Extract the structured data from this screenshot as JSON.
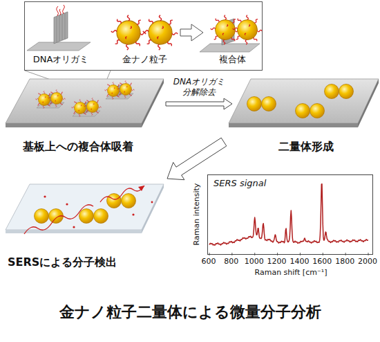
{
  "diagram": {
    "title": "金ナノ粒子二量体による微量分子分析",
    "nodes": [
      {
        "text": [
          "DNAオリガミ",
          "金ナノ粒子",
          "複合体"
        ]
      },
      {
        "text": [
          "基板上への複合体吸着"
        ]
      },
      {
        "text": [
          "二量体形成"
        ]
      },
      {
        "text": [
          "SERSによる分子検出"
        ]
      },
      {
        "text": [
          "SERS signal",
          "Raman intensity",
          "Raman shift [cm⁻¹]"
        ]
      }
    ],
    "edges": [
      {
        "from": 1,
        "to": 2,
        "arrow": "to",
        "label": "DNAオリガミ 分解除去"
      },
      {
        "from": 2,
        "to": 3,
        "arrow": "to"
      }
    ],
    "labels": [
      "600",
      "800",
      "1000",
      "1200",
      "1400",
      "1600",
      "1800",
      "2000"
    ]
  }
}
